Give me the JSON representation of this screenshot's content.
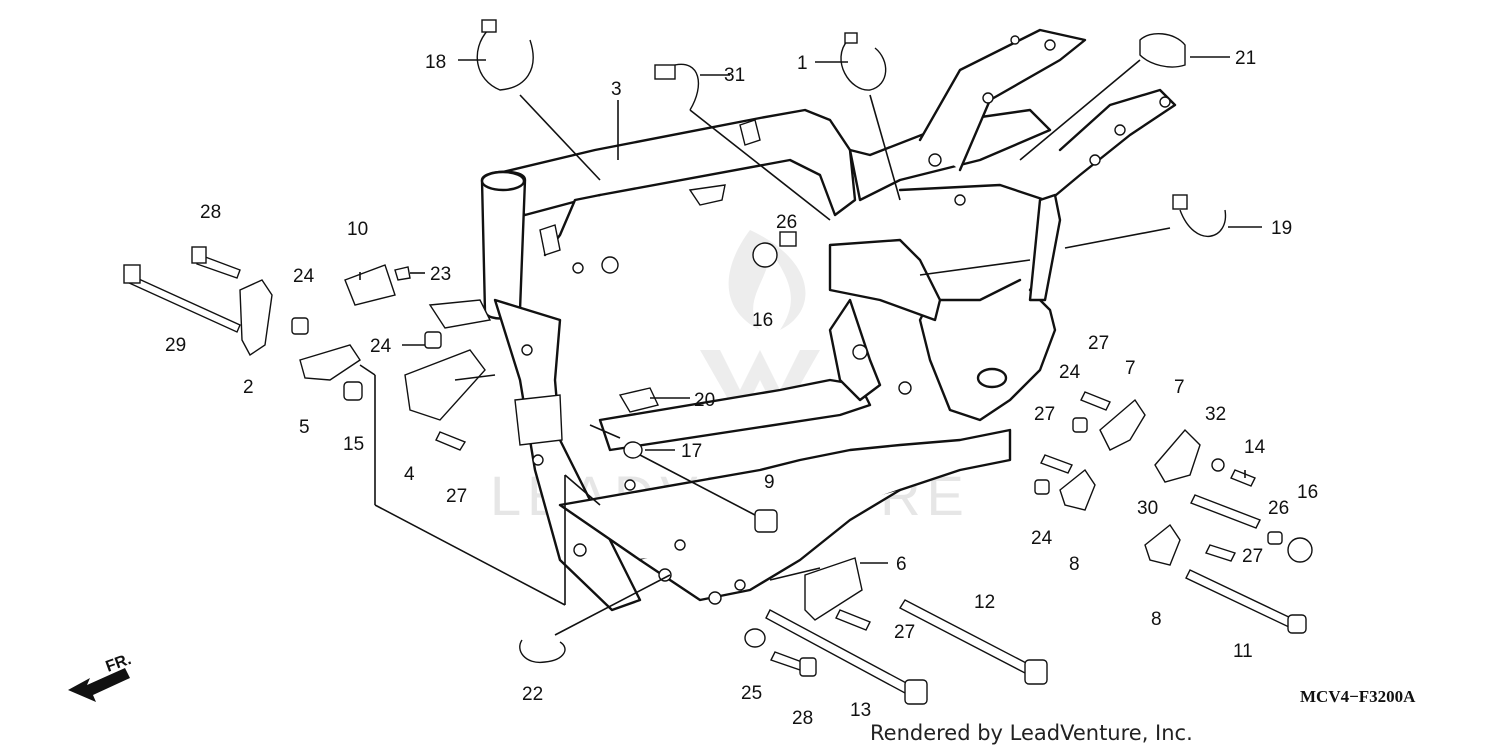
{
  "diagram": {
    "code": "MCV4−F3200A",
    "credit": "Rendered by LeadVenture, Inc.",
    "direction": "FR.",
    "watermark": "LEADVENTURE",
    "callouts": [
      {
        "id": "c1",
        "label": "1"
      },
      {
        "id": "c2",
        "label": "2"
      },
      {
        "id": "c3",
        "label": "3"
      },
      {
        "id": "c4",
        "label": "4"
      },
      {
        "id": "c5",
        "label": "5"
      },
      {
        "id": "c6",
        "label": "6"
      },
      {
        "id": "c7a",
        "label": "7"
      },
      {
        "id": "c7b",
        "label": "7"
      },
      {
        "id": "c8a",
        "label": "8"
      },
      {
        "id": "c8b",
        "label": "8"
      },
      {
        "id": "c9",
        "label": "9"
      },
      {
        "id": "c10",
        "label": "10"
      },
      {
        "id": "c11",
        "label": "11"
      },
      {
        "id": "c12",
        "label": "12"
      },
      {
        "id": "c13",
        "label": "13"
      },
      {
        "id": "c14",
        "label": "14"
      },
      {
        "id": "c15",
        "label": "15"
      },
      {
        "id": "c16a",
        "label": "16"
      },
      {
        "id": "c16b",
        "label": "16"
      },
      {
        "id": "c17",
        "label": "17"
      },
      {
        "id": "c18",
        "label": "18"
      },
      {
        "id": "c19",
        "label": "19"
      },
      {
        "id": "c20",
        "label": "20"
      },
      {
        "id": "c21",
        "label": "21"
      },
      {
        "id": "c22",
        "label": "22"
      },
      {
        "id": "c23",
        "label": "23"
      },
      {
        "id": "c24a",
        "label": "24"
      },
      {
        "id": "c24b",
        "label": "24"
      },
      {
        "id": "c24c",
        "label": "24"
      },
      {
        "id": "c24d",
        "label": "24"
      },
      {
        "id": "c25",
        "label": "25"
      },
      {
        "id": "c26a",
        "label": "26"
      },
      {
        "id": "c26b",
        "label": "26"
      },
      {
        "id": "c27a",
        "label": "27"
      },
      {
        "id": "c27b",
        "label": "27"
      },
      {
        "id": "c27c",
        "label": "27"
      },
      {
        "id": "c27d",
        "label": "27"
      },
      {
        "id": "c27e",
        "label": "27"
      },
      {
        "id": "c28a",
        "label": "28"
      },
      {
        "id": "c28b",
        "label": "28"
      },
      {
        "id": "c29",
        "label": "29"
      },
      {
        "id": "c30",
        "label": "30"
      },
      {
        "id": "c31",
        "label": "31"
      },
      {
        "id": "c32",
        "label": "32"
      }
    ]
  }
}
